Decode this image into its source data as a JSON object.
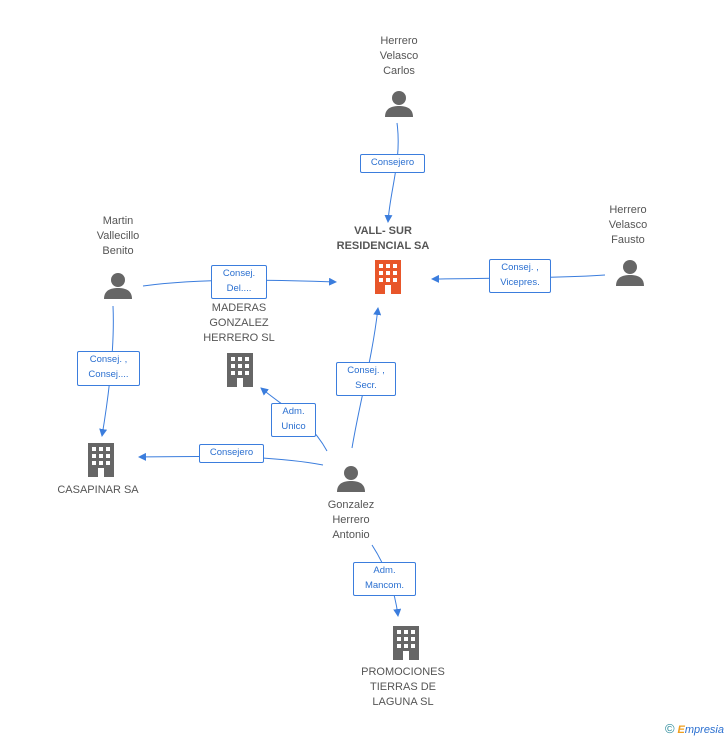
{
  "nodes": {
    "herrero_carlos": {
      "label": "Herrero\nVelasco\nCarlos"
    },
    "herrero_fausto": {
      "label": "Herrero\nVelasco\nFausto"
    },
    "martin_benito": {
      "label": "Martin\nVallecillo\nBenito"
    },
    "vall_sur": {
      "label": "VALL- SUR\nRESIDENCIAL SA"
    },
    "maderas": {
      "label": "MADERAS\nGONZALEZ\nHERRERO SL"
    },
    "casapinar": {
      "label": "CASAPINAR SA"
    },
    "gonzalez_antonio": {
      "label": "Gonzalez\nHerrero\nAntonio"
    },
    "promociones": {
      "label": "PROMOCIONES\nTIERRAS DE\nLAGUNA SL"
    }
  },
  "edges": {
    "carlos_vall": {
      "label": "Consejero"
    },
    "martin_vall": {
      "label": "Consej.\nDel...."
    },
    "fausto_vall": {
      "label": "Consej. ,\nVicepres."
    },
    "martin_casa": {
      "label": "Consej. ,\nConsej...."
    },
    "antonio_vall": {
      "label": "Consej. ,\nSecr."
    },
    "antonio_maderas": {
      "label": "Adm.\nUnico"
    },
    "antonio_casa": {
      "label": "Consejero"
    },
    "antonio_promo": {
      "label": "Adm.\nMancom."
    }
  },
  "footer": {
    "copyright": "©",
    "brand_first": "E",
    "brand_rest": "mpresia"
  },
  "colors": {
    "edge": "#3b7ddd",
    "person": "#666666",
    "company": "#666666",
    "focus_company": "#e8562a"
  }
}
